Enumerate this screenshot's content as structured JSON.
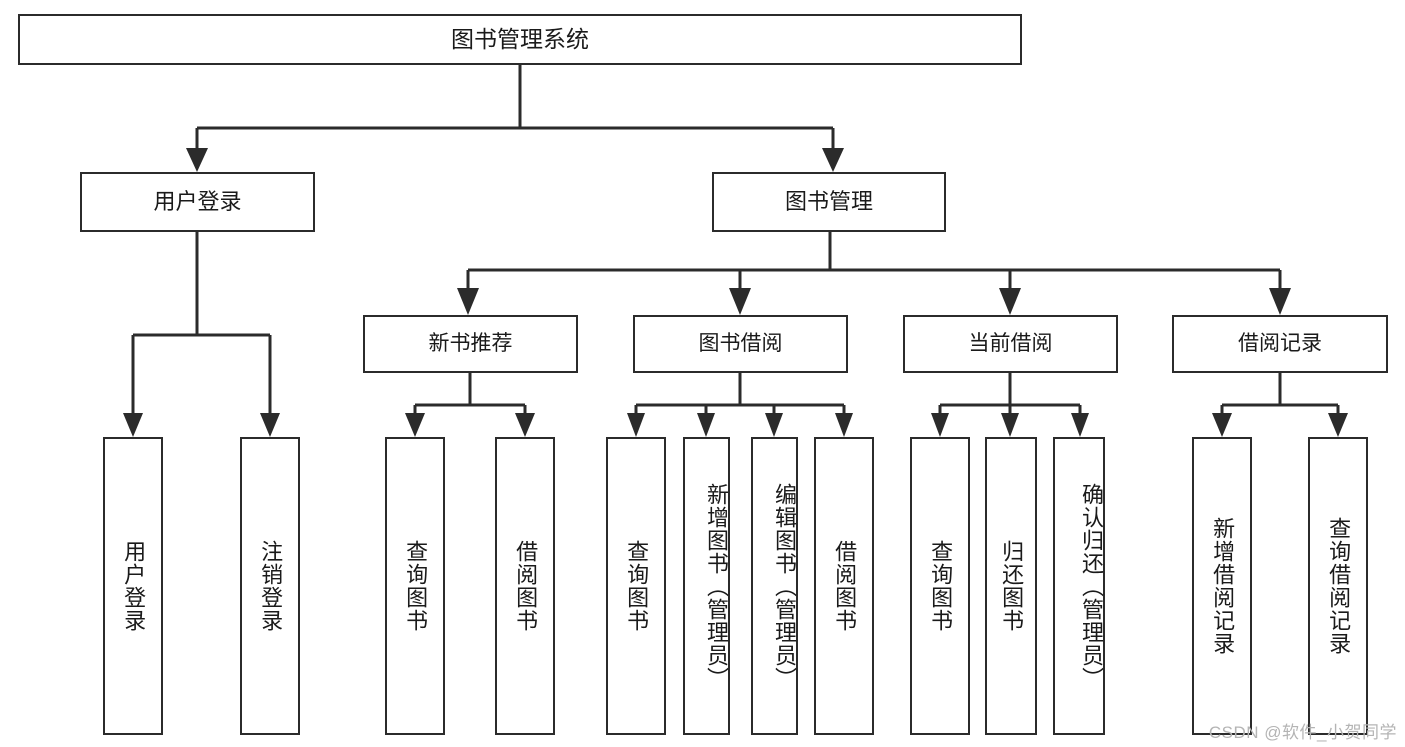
{
  "diagram": {
    "title": "图书管理系统",
    "type": "tree-hierarchy",
    "watermark": "CSDN @软件_小贺同学"
  },
  "root": {
    "label": "图书管理系统"
  },
  "level2": {
    "user_login": "用户登录",
    "book_management": "图书管理"
  },
  "level3": {
    "new_book_recommend": "新书推荐",
    "book_borrow": "图书借阅",
    "current_borrow": "当前借阅",
    "borrow_record": "借阅记录"
  },
  "leaves": {
    "user_login_group": [
      {
        "label": "用户登录"
      },
      {
        "label": "注销登录"
      }
    ],
    "new_book_recommend_group": [
      {
        "label": "查询图书"
      },
      {
        "label": "借阅图书"
      }
    ],
    "book_borrow_group": [
      {
        "label": "查询图书"
      },
      {
        "label": "新增图书（管理员）"
      },
      {
        "label": "编辑图书（管理员）"
      },
      {
        "label": "借阅图书"
      }
    ],
    "current_borrow_group": [
      {
        "label": "查询图书"
      },
      {
        "label": "归还图书"
      },
      {
        "label": "确认归还（管理员）"
      }
    ],
    "borrow_record_group": [
      {
        "label": "新增借阅记录"
      },
      {
        "label": "查询借阅记录"
      }
    ]
  },
  "colors": {
    "border": "#2b2b2b",
    "background": "#ffffff",
    "text": "#1a1a1a",
    "connector": "#2b2b2b",
    "watermark": "#b4b4b4"
  }
}
